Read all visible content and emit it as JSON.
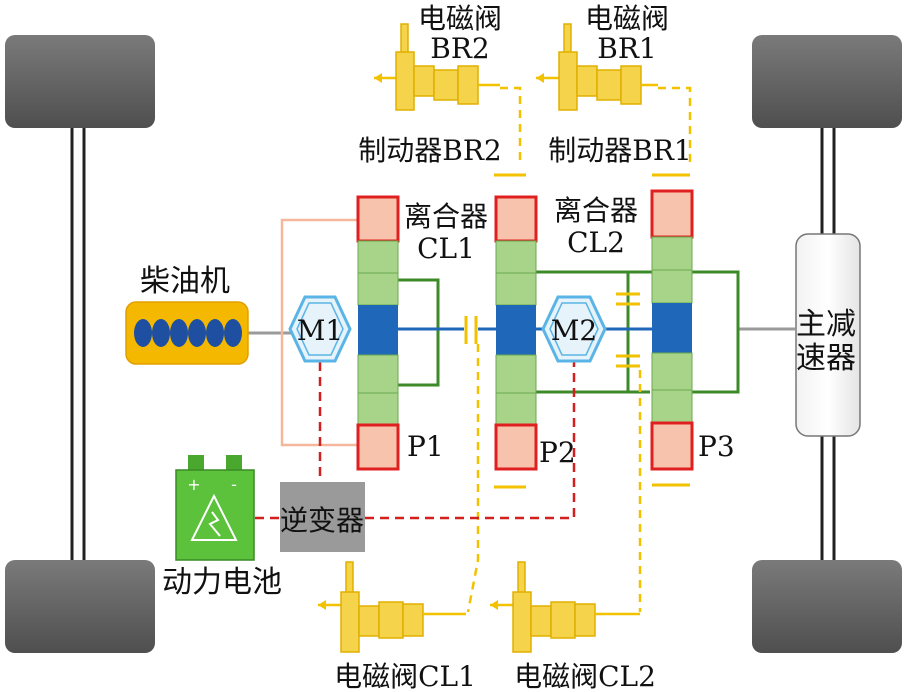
{
  "labels": {
    "valve_br2_l1": "电磁阀",
    "valve_br2_l2": "BR2",
    "valve_br1_l1": "电磁阀",
    "valve_br1_l2": "BR1",
    "brake_br2": "制动器BR2",
    "brake_br1": "制动器BR1",
    "clutch_cl1_l1": "离合器",
    "clutch_cl1_l2": "CL1",
    "clutch_cl2_l1": "离合器",
    "clutch_cl2_l2": "CL2",
    "engine": "柴油机",
    "motor_m1": "M1",
    "motor_m2": "M2",
    "planetary_p1": "P1",
    "planetary_p2": "P2",
    "planetary_p3": "P3",
    "final_drive_l1": "主减",
    "final_drive_l2": "速器",
    "inverter": "逆变器",
    "battery": "动力电池",
    "battery_plus": "+",
    "battery_minus": "-",
    "valve_cl1": "电磁阀CL1",
    "valve_cl2": "电磁阀CL2"
  },
  "colors": {
    "wheel": "#6b6b6b",
    "engine": "#f5b800",
    "engine_cylinder": "#1f4fa0",
    "gear_green": "#a8d48a",
    "gear_blue": "#1f67b8",
    "ring_pink": "#f7c3ad",
    "ring_red": "#e02020",
    "shaft_green": "#3c8a2a",
    "motor": "#5ab4e6",
    "hydraulic": "#f2c200",
    "electric": "#d22020",
    "battery": "#5cc23c",
    "inverter": "#9a9a9a"
  }
}
